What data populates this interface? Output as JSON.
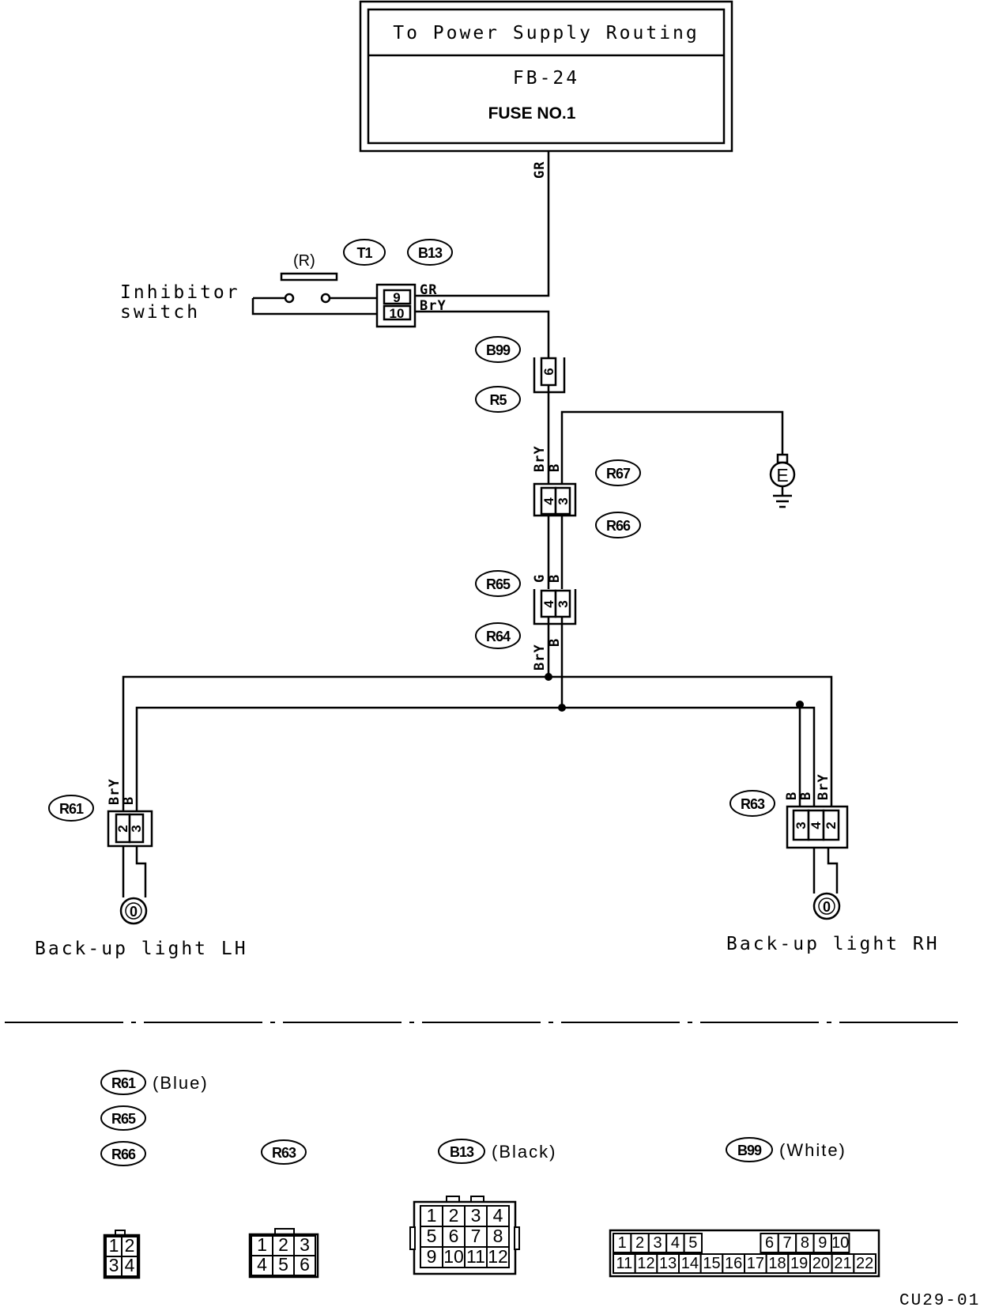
{
  "power_box": {
    "title": "To Power Supply Routing",
    "fuse_block": "FB-24",
    "fuse": "FUSE NO.1"
  },
  "components": {
    "inhibitor_switch": [
      "Inhibitor",
      "switch"
    ],
    "switch_position": "(R)",
    "ground_symbol": "E",
    "lamp_lh_label": "Back-up light LH",
    "lamp_rh_label": "Back-up light RH",
    "lamp_lh_symbol": "0",
    "lamp_rh_symbol": "0"
  },
  "wire_colors": {
    "gr_vertical": "GR",
    "gr_switch": "GR",
    "bry_switch": "BrY",
    "bry_r67": "BrY",
    "b_r67": "B",
    "g_r65": "G",
    "b_r65": "B",
    "bry_r64": "BrY",
    "b_r64": "B",
    "bry_lh": "BrY",
    "b_lh": "B",
    "b_rh_1": "B",
    "b_rh_2": "B",
    "bry_rh": "BrY"
  },
  "connectors": {
    "t1": "T1",
    "b13": "B13",
    "b99": "B99",
    "r5": "R5",
    "r67": "R67",
    "r66": "R66",
    "r65": "R65",
    "r64": "R64",
    "r61": "R61",
    "r63": "R63"
  },
  "pins": {
    "switch_top": "9",
    "switch_bottom": "10",
    "b99": "6",
    "r67_a": "4",
    "r67_b": "3",
    "r65_a": "4",
    "r65_b": "3",
    "r61_a": "2",
    "r61_b": "3",
    "r63_a": "3",
    "r63_b": "4",
    "r63_c": "2"
  },
  "legend": {
    "r61": "R61",
    "r61_color": "(Blue)",
    "r65": "R65",
    "r66": "R66",
    "r63": "R63",
    "b13": "B13",
    "b13_color": "(Black)",
    "b99": "B99",
    "b99_color": "(White)"
  },
  "connector_faces": {
    "four_pin": [
      "1",
      "2",
      "3",
      "4"
    ],
    "six_pin": [
      "1",
      "2",
      "3",
      "4",
      "5",
      "6"
    ],
    "twelve_pin": [
      "1",
      "2",
      "3",
      "4",
      "5",
      "6",
      "7",
      "8",
      "9",
      "10",
      "11",
      "12"
    ],
    "twentytwo_pin": [
      "1",
      "2",
      "3",
      "4",
      "5",
      "6",
      "7",
      "8",
      "9",
      "10",
      "11",
      "12",
      "13",
      "14",
      "15",
      "16",
      "17",
      "18",
      "19",
      "20",
      "21",
      "22"
    ]
  },
  "footer_code": "CU29-01"
}
